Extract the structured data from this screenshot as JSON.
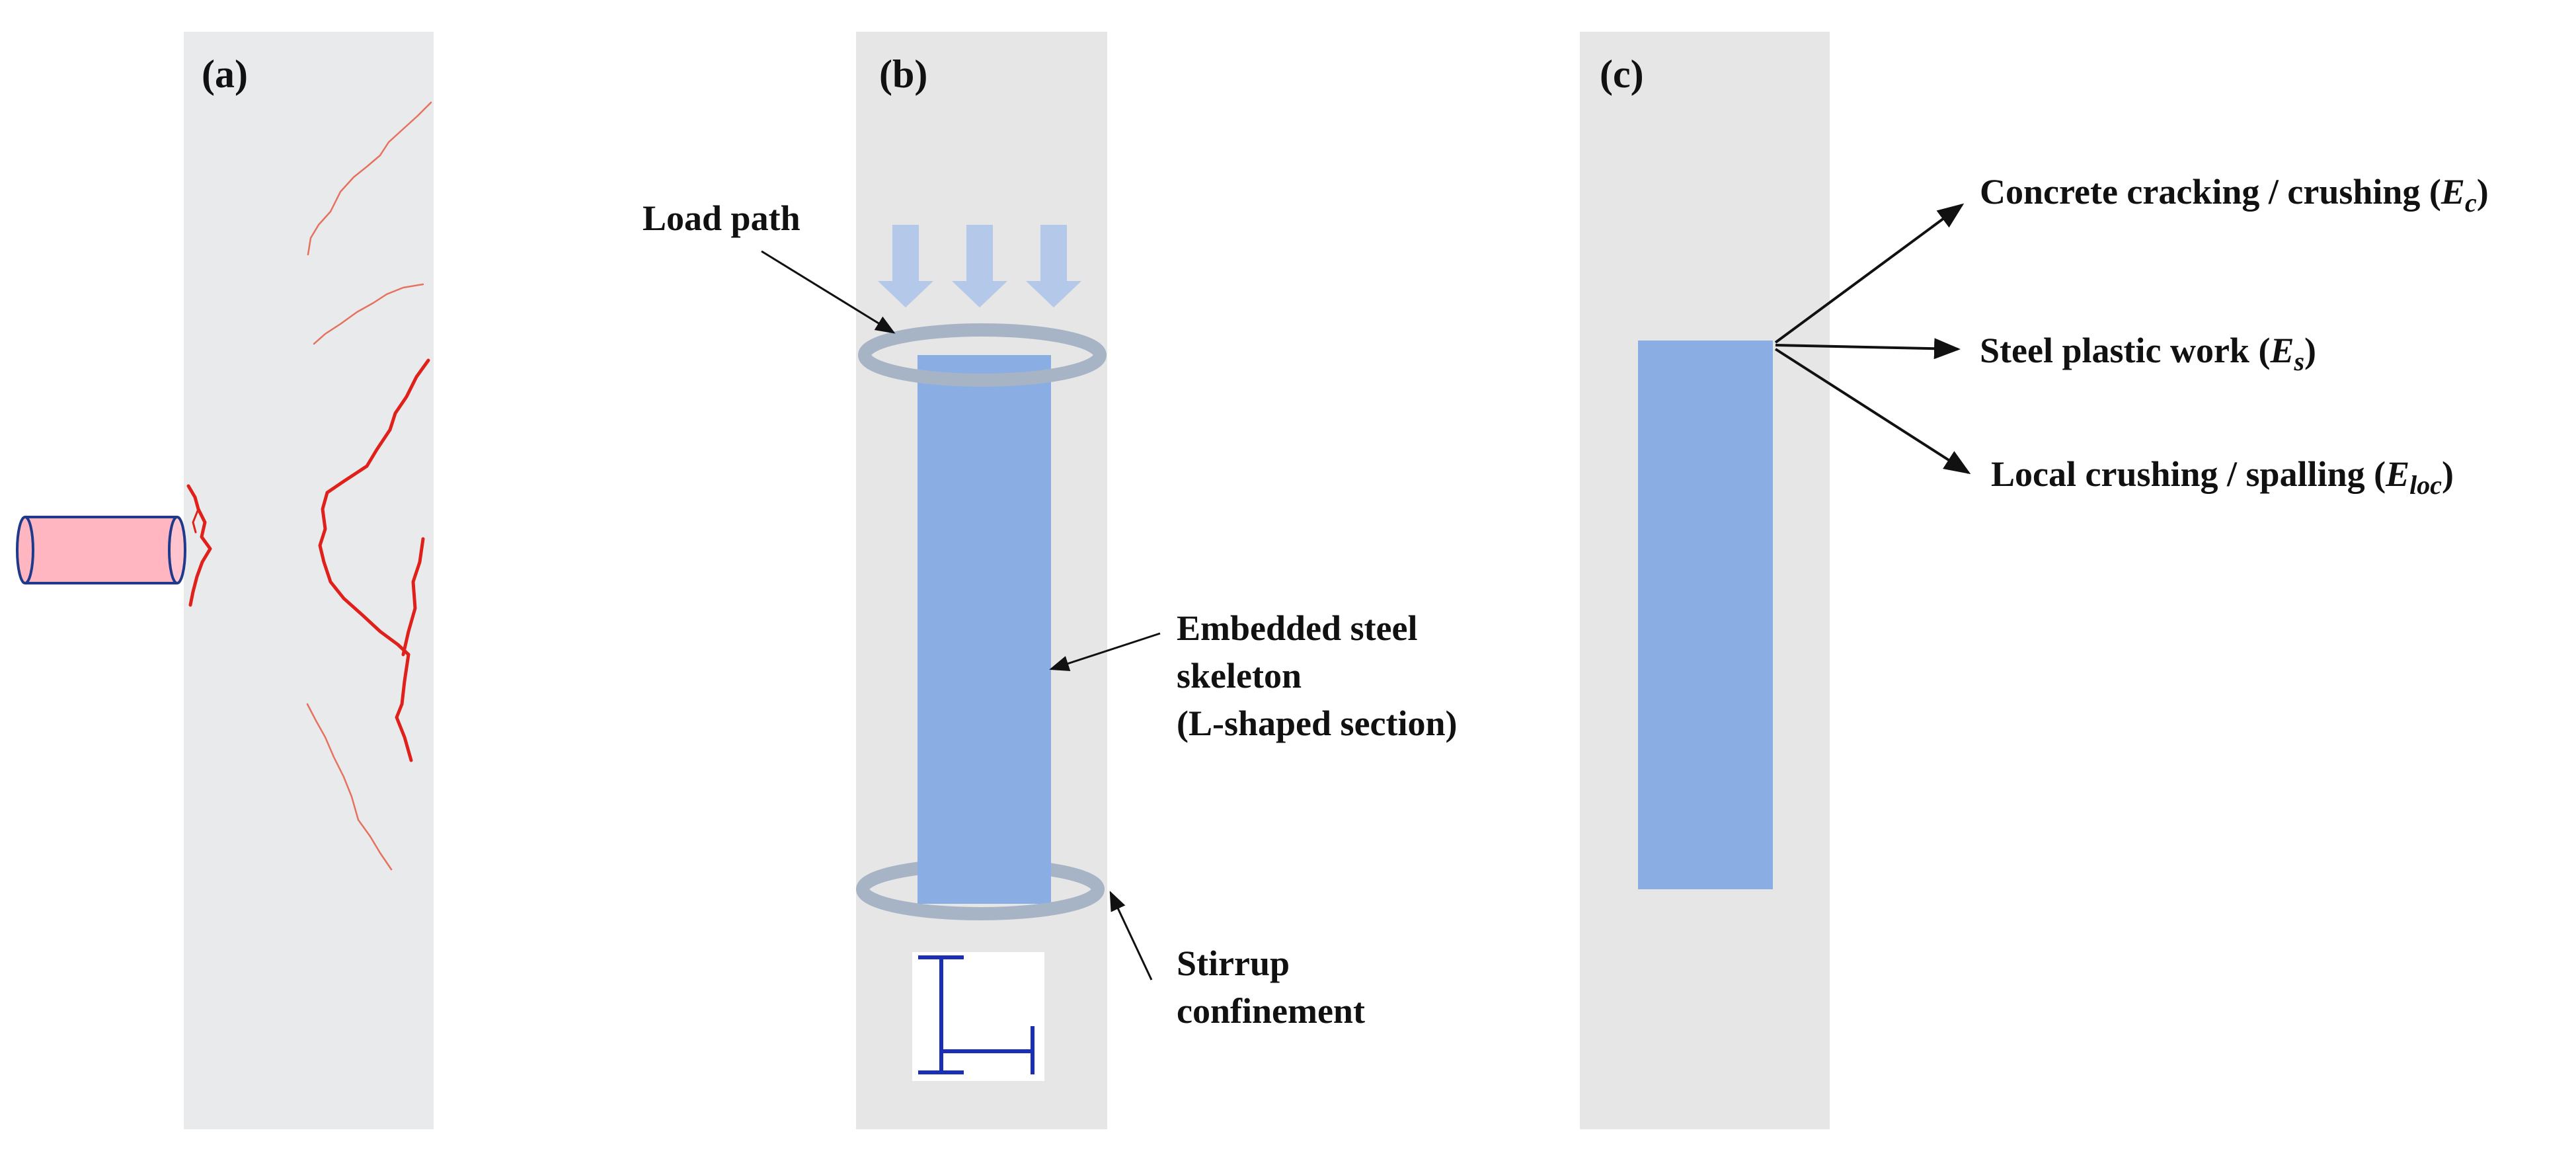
{
  "panels": {
    "a": {
      "label": "(a)"
    },
    "b": {
      "label": "(b)",
      "load_path": "Load path",
      "skeleton_line1": "Embedded steel",
      "skeleton_line2": "skeleton",
      "skeleton_line3": "(L-shaped section)",
      "stirrup_line1": "Stirrup",
      "stirrup_line2": "confinement"
    },
    "c": {
      "label": "(c)",
      "concrete": {
        "text": "Concrete cracking / crushing (",
        "symbol": "E",
        "subscript": "c",
        "close": ")"
      },
      "steel": {
        "text": "Steel plastic work (",
        "symbol": "E",
        "subscript": "s",
        "close": ")"
      },
      "local": {
        "text": "Local crushing / spalling (",
        "symbol": "E",
        "subscript": "loc",
        "close": ")"
      }
    }
  },
  "colors": {
    "column_bg": "#e6e6e6",
    "steel_blue": "#8aaee3",
    "crack_red": "#e0201a",
    "projectile_pink": "#ffb6c1",
    "projectile_edge": "#1f3a8a",
    "stirrup_gray": "#a6b4c6",
    "load_arrow": "#b4c8ea",
    "section_icon": "#1a2fb5"
  }
}
